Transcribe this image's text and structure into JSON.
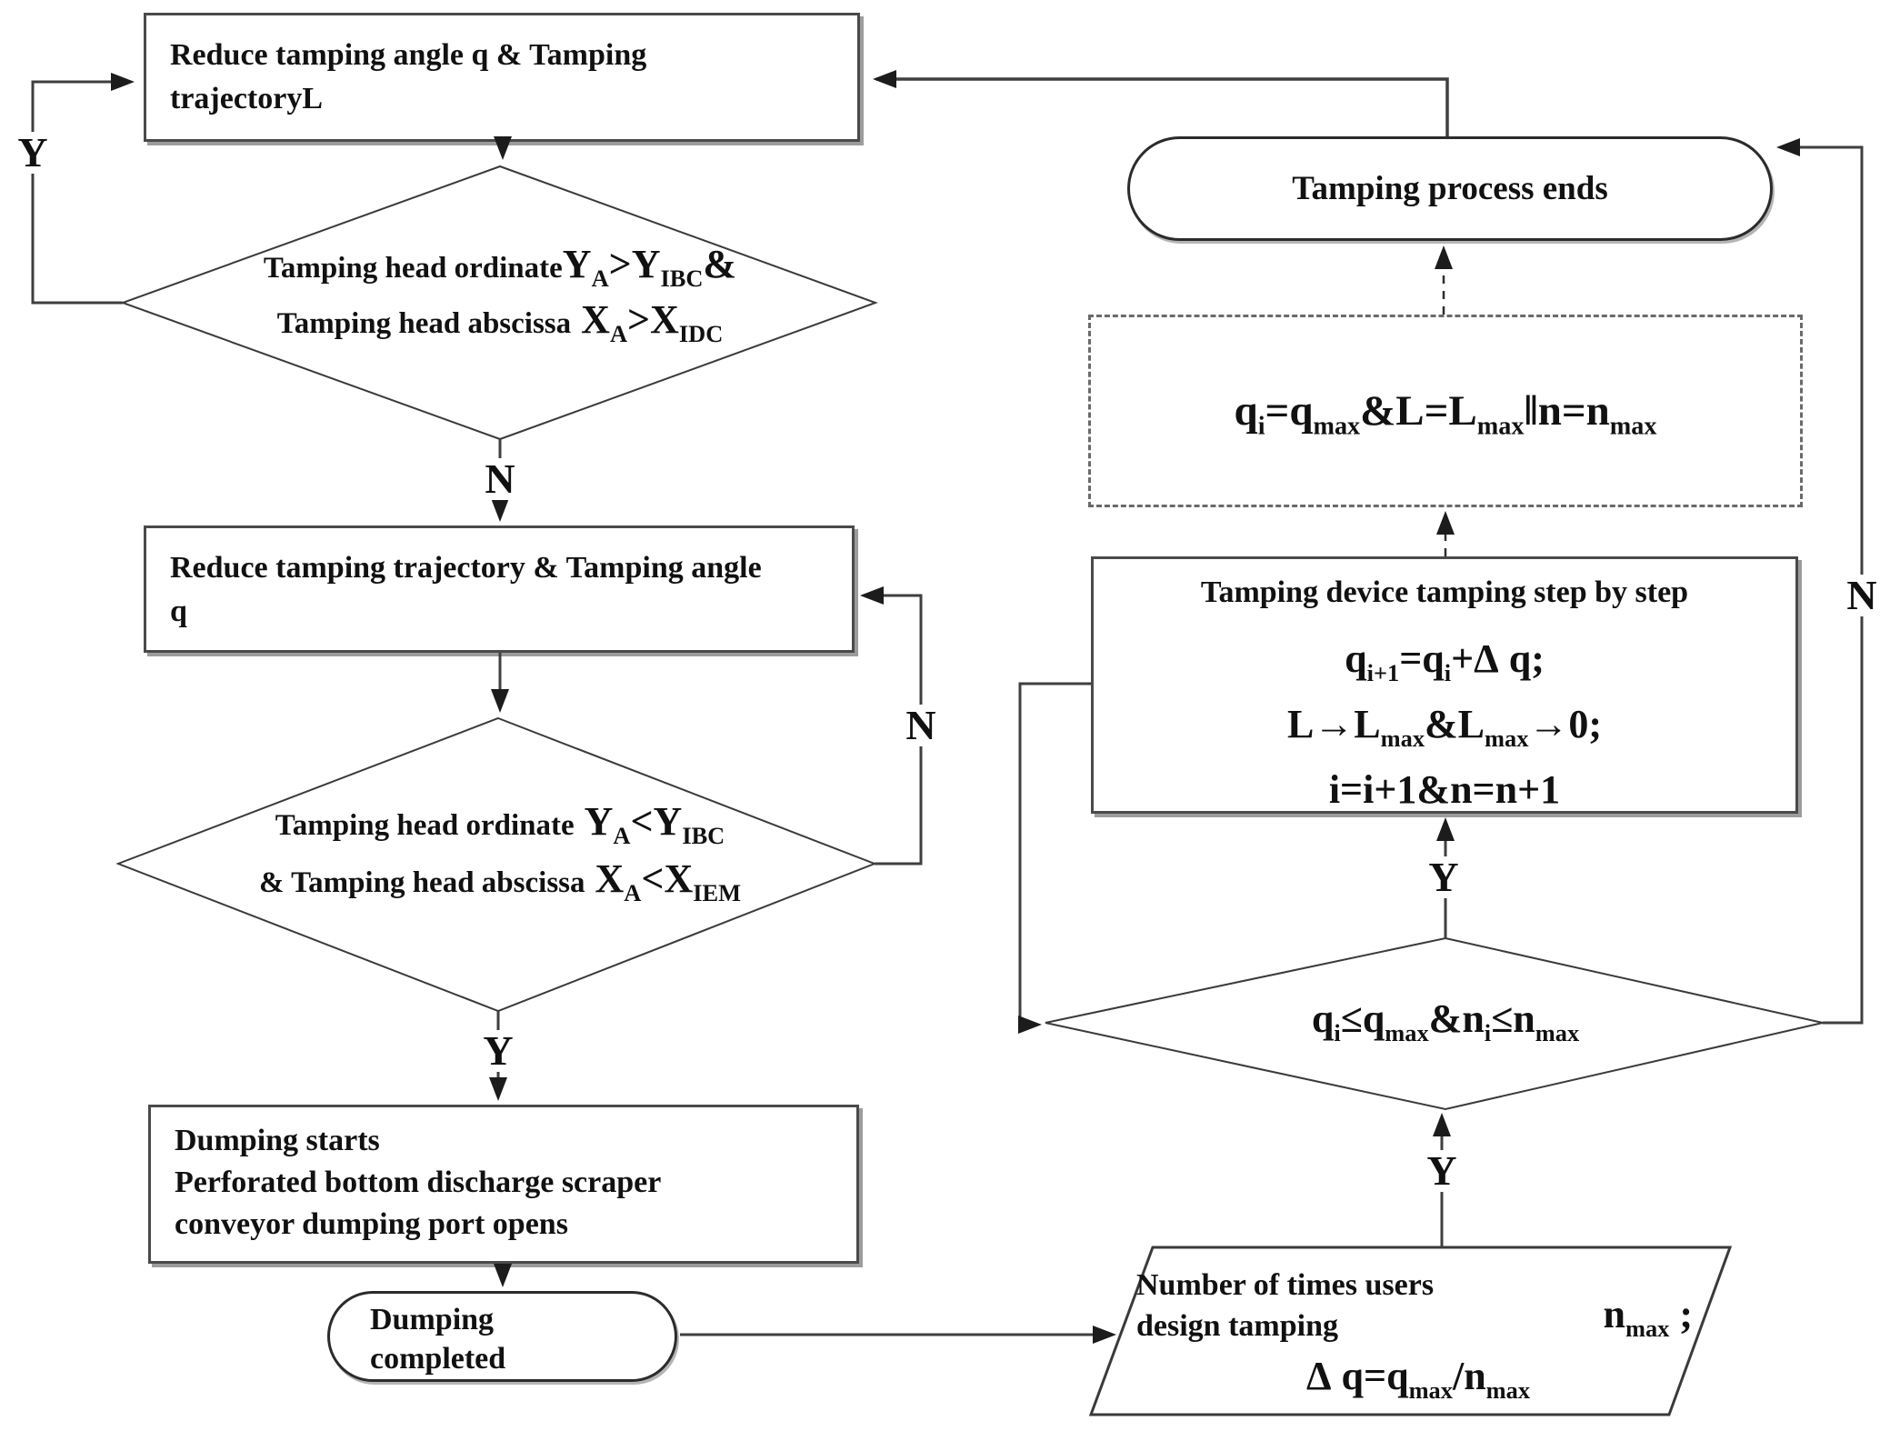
{
  "page": {
    "background": "#ffffff",
    "line_color": "#3f3f3f",
    "shadow_color": "#9c9c9c",
    "text_color": "#111111"
  },
  "nodes": {
    "reduce_angle_box": {
      "lines": [
        "Reduce tamping angle q & Tamping",
        "trajectoryL"
      ]
    },
    "check_upper_diamond": {
      "row1_label": "Tamping head ordinate",
      "row1_formula": [
        {
          "t": "Y"
        },
        {
          "s": "A"
        },
        {
          "t": ">"
        },
        {
          "t": "Y"
        },
        {
          "s": "IBC"
        },
        {
          "t": "&"
        }
      ],
      "row2_label": "Tamping head abscissa",
      "row2_formula": [
        {
          "t": " X"
        },
        {
          "s": "A"
        },
        {
          "t": ">"
        },
        {
          "t": "X"
        },
        {
          "s": "IDC"
        }
      ]
    },
    "reduce_trajectory_box": {
      "lines": [
        "Reduce tamping trajectory & Tamping angle",
        "q"
      ]
    },
    "check_lower_diamond": {
      "row1_label": "Tamping head ordinate",
      "row1_formula": [
        {
          "t": " Y"
        },
        {
          "s": "A"
        },
        {
          "t": "<"
        },
        {
          "t": "Y"
        },
        {
          "s": "IBC"
        }
      ],
      "row2_label": "& Tamping head abscissa",
      "row2_formula": [
        {
          "t": " X"
        },
        {
          "s": "A"
        },
        {
          "t": "<"
        },
        {
          "t": "X"
        },
        {
          "s": "IEM"
        }
      ]
    },
    "dumping_box": {
      "lines": [
        "Dumping starts",
        "Perforated bottom discharge scraper",
        "conveyor dumping port opens"
      ]
    },
    "dumping_completed_terminal": {
      "lines": [
        "Dumping",
        "completed"
      ]
    },
    "design_parallelogram": {
      "label_lines": [
        "Number of times users",
        "design tamping"
      ],
      "nmax_formula": [
        {
          "t": "n"
        },
        {
          "s": "max"
        },
        {
          "t": " ;"
        }
      ],
      "eq_formula": [
        {
          "t": "Δ q="
        },
        {
          "t": "q"
        },
        {
          "s": "max"
        },
        {
          "t": "/"
        },
        {
          "t": "n"
        },
        {
          "s": "max"
        }
      ]
    },
    "step_check_diamond": {
      "formula": [
        {
          "t": "q"
        },
        {
          "s": "i"
        },
        {
          "t": "≤"
        },
        {
          "t": "q"
        },
        {
          "s": "max"
        },
        {
          "t": "&n"
        },
        {
          "s": "i"
        },
        {
          "t": "≤"
        },
        {
          "t": "n"
        },
        {
          "s": "max"
        }
      ]
    },
    "tamping_step_box": {
      "title": "Tamping device tamping step by step",
      "eq1": [
        {
          "t": "q"
        },
        {
          "s": "i+1"
        },
        {
          "t": "="
        },
        {
          "t": "q"
        },
        {
          "s": "i"
        },
        {
          "t": "+Δ q;"
        }
      ],
      "eq2": [
        {
          "t": "L→L"
        },
        {
          "s": "max"
        },
        {
          "t": "&L"
        },
        {
          "s": "max"
        },
        {
          "t": "→0;"
        }
      ],
      "eq3": [
        {
          "t": "i=i+1&n=n+1"
        }
      ]
    },
    "end_condition_dashed": {
      "formula": [
        {
          "t": "q"
        },
        {
          "s": "i"
        },
        {
          "t": "="
        },
        {
          "t": "q"
        },
        {
          "s": "max"
        },
        {
          "t": "&L=L"
        },
        {
          "s": "max"
        },
        {
          "t": "‖n=n"
        },
        {
          "s": "max"
        }
      ]
    },
    "process_ends_terminal": {
      "label": "Tamping process ends"
    }
  },
  "edge_labels": {
    "left_yes": "Y",
    "upper_no": "N",
    "mid_no": "N",
    "lower_yes": "Y",
    "design_yes": "Y",
    "step_yes": "Y",
    "end_no": "N"
  }
}
